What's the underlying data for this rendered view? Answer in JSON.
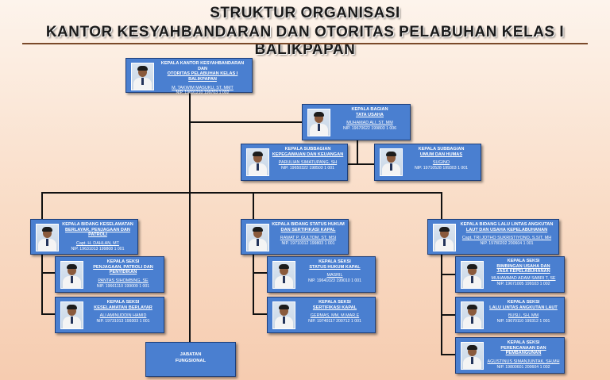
{
  "title": {
    "line1": "STRUKTUR ORGANISASI",
    "line2": "KANTOR KESYAHBANDARAN DAN OTORITAS PELABUHAN KELAS I BALIKPAPAN"
  },
  "head": {
    "position1": "KEPALA KANTOR KESYAHBANDARAN DAN",
    "position2": "OTORITAS PELABUHAN KELAS I BALIKPAPAN",
    "name": "M. TAKWIM MASUKU, ST, MMT",
    "nip": "NIP. 19691210 199703 1 002"
  },
  "tata_usaha": {
    "position1": "KEPALA BAGIAN",
    "position2": "TATA USAHA",
    "name": "MUHAMAD ALI, ST, MM",
    "nip": "NIP. 19670622 199803 1 006"
  },
  "kepegawaian": {
    "position1": "KEPALA SUBBAGIAN",
    "position2": "KEPEGAWAIAN DAN KEUANGAN",
    "name": "PARULIAN SIMATUPANG, SH",
    "nip": "NIP. 19650322 198503 1 001"
  },
  "umum": {
    "position1": "KEPALA SUBBAGIAN",
    "position2": "UMUM DAN HUMAS",
    "name": "SUGINO",
    "nip": "NIP. 19710528 199303 1 001"
  },
  "bidang_keselamatan": {
    "position1": "KEPALA BIDANG KESELAMATAN",
    "position2": "BERLAYAR, PENJAGAAN DAN PATROLI",
    "name": "Capt. H. DAHLAN, MT",
    "nip": "NIP. 19631013 199808 1 001"
  },
  "seksi_penjagaan": {
    "position1": "KEPALA SEKSI",
    "position2": "PENJAGAAN, PATROLI DAN PENYIDIKAN",
    "name": "PANTAS SIHOMBING, SE",
    "nip": "NIP. 19661110 199009 1 001"
  },
  "seksi_keselamatan": {
    "position1": "KEPALA SEKSI",
    "position2": "KESELAMATAN BERLAYAR",
    "name": "ALI AMINUDDIN HAMID",
    "nip": "NIP. 19731013 199303 1 001"
  },
  "bidang_hukum": {
    "position1": "KEPALA BIDANG STATUS HUKUM",
    "position2": "DAN SERTIFIKASI KAPAL",
    "name": "RAWAT P. GULTOM, ST, MSI",
    "nip": "NIP. 19710312 199803 1 001"
  },
  "seksi_status_hukum": {
    "position1": "KEPALA SEKSI",
    "position2": "STATUS HUKUM KAPAL",
    "name": "MASRIL",
    "nip": "NIP. 19641023 199010 1 001"
  },
  "seksi_sertifikasi": {
    "position1": "KEPALA SEKSI",
    "position2": "SERTIFIKASI KAPAL",
    "name": "GERMAS, MM, M.MAR.E",
    "nip": "NIP. 19740117 200712 1 001"
  },
  "bidang_lalu_lintas": {
    "position1": "KEPALA BIDANG LALU LINTAS ANGKUTAN",
    "position2": "LAUT DAN USAHA KEPELABUHANAN",
    "name": "Capt. TRI JOTHO SUKRISTIYONO, S.SIT, MH",
    "nip": "NIP. 19780202 200604 1 001"
  },
  "seksi_bimbingan": {
    "position1": "KEPALA SEKSI",
    "position2": "BIMBINGAN USAHA DAN",
    "position3": "JASA KEPELABUHANAN",
    "name": "MUHAMMAD ADAM SABRI T, SE",
    "nip": "NIP. 19671005 199103 1 002"
  },
  "seksi_lalu_lintas": {
    "position1": "KEPALA SEKSI",
    "position2": "LALU LINTAS ANGKUTAN LAUT",
    "name": "BUSLI, SH, MM",
    "nip": "NIP. 19670110 199312 1 001"
  },
  "seksi_perencanaan": {
    "position1": "KEPALA SEKSI",
    "position2": "PERENCANAAN DAN PEMBANGUNAN",
    "name": "AGUSTINUS SIMANJUNTAK, SH,MH",
    "nip": "NIP. 19800601 200604 1 002"
  },
  "fungsional": {
    "line1": "JABATAN",
    "line2": "FUNGSIONAL"
  },
  "colors": {
    "box": "#4a7fd0",
    "box_border": "#1e3f7a",
    "line": "#111111"
  }
}
